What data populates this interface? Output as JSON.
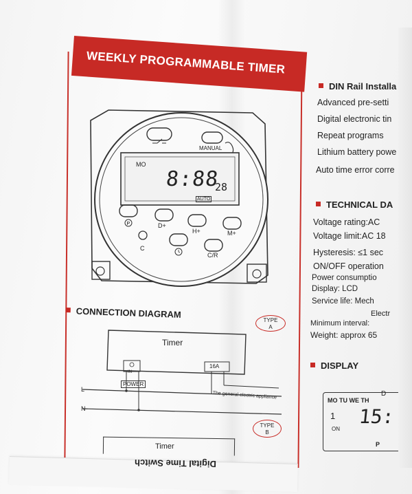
{
  "banner": {
    "title": "WEEKLY PROGRAMMABLE TIMER"
  },
  "device": {
    "lcd_day": "MO",
    "lcd_time": "8:88",
    "lcd_seconds": "28",
    "lcd_mode": "AUTO",
    "manual_label": "MANUAL",
    "btn_d_plus": "D+",
    "btn_h_plus": "H+",
    "btn_m_plus": "M+",
    "btn_c": "C",
    "btn_cr": "C/R"
  },
  "connection": {
    "title": "CONNECTION DIAGRAM",
    "type_a": "TYPE",
    "type_a_letter": "A",
    "type_b": "TYPE",
    "type_b_letter": "B",
    "timer_label": "Timer",
    "in_label": "IN",
    "power_label": "POWER",
    "rating_label": "16A",
    "line_l": "L",
    "line_n": "N",
    "appliance_label": "The general electric appliance",
    "timer_label_b": "Timer",
    "footer_upside": "Digital Time Switch"
  },
  "din": {
    "title": "DIN Rail Installa",
    "items": [
      "Advanced pre-setti",
      "Digital electronic tin",
      "Repeat  programs",
      "Lithium battery powe",
      "Auto time error corre"
    ]
  },
  "technical": {
    "title": "TECHNICAL DA",
    "items": [
      "Voltage rating:AC",
      "Voltage limit:AC 18",
      "Hysteresis: ≤1 sec",
      "ON/OFF operation",
      "Power consumptio",
      "Display: LCD",
      "Service life:  Mech",
      "Electr",
      "Minimum interval:",
      "Weight: approx 65"
    ]
  },
  "display": {
    "title": "DISPLAY",
    "day_top": "D",
    "days": "MO TU WE TH",
    "digits": "15:",
    "index": "1",
    "on_label": "ON",
    "bottom_p": "P"
  }
}
